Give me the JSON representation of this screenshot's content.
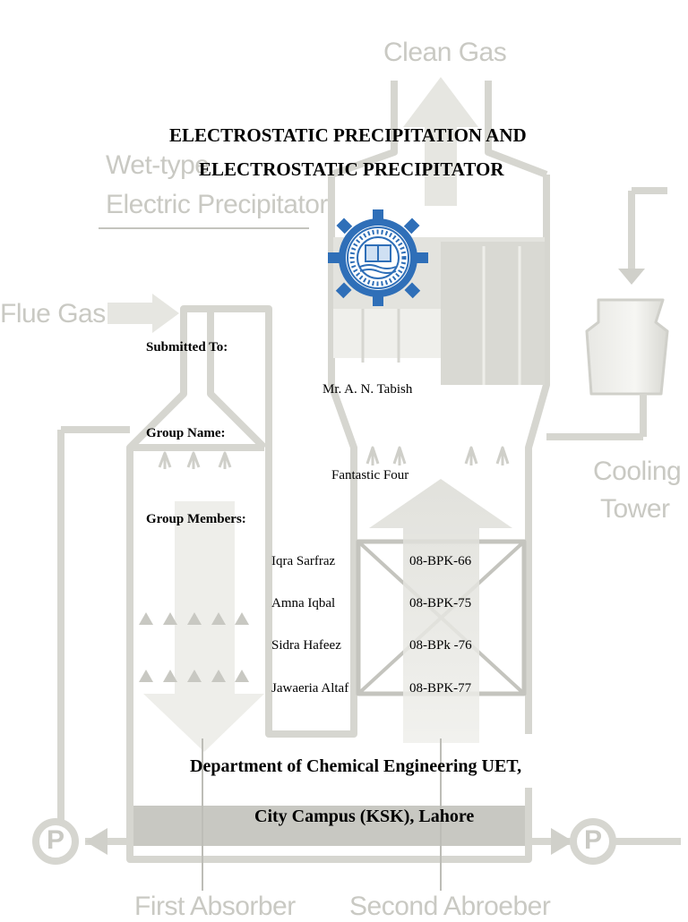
{
  "diagram": {
    "clean_gas": "Clean Gas",
    "wet_type": "Wet-type",
    "electric_precipitator": "Electric Precipitator",
    "flue_gas": "Flue Gas",
    "cooling": "Cooling",
    "tower": "Tower",
    "first_absorber": "First Absorber",
    "second_absorber": "Second Abroeber",
    "pump_symbol": "P"
  },
  "document": {
    "title_line1": "ELECTROSTATIC PRECIPITATION AND",
    "title_line2": "ELECTROSTATIC PRECIPITATOR",
    "submitted_to_label": "Submitted To:",
    "submitted_to_value": "Mr. A. N. Tabish",
    "group_name_label": "Group Name:",
    "group_name_value": "Fantastic Four",
    "group_members_label": "Group Members:",
    "members": [
      {
        "name": "Iqra Sarfraz",
        "id": "08-BPK-66"
      },
      {
        "name": "Amna Iqbal",
        "id": "08-BPK-75"
      },
      {
        "name": "Sidra Hafeez",
        "id": "08-BPk -76"
      },
      {
        "name": "Jawaeria Altaf",
        "id": "08-BPK-77"
      }
    ],
    "department_line1": "Department of Chemical Engineering UET,",
    "department_line2": "City Campus (KSK), Lahore"
  },
  "colors": {
    "diagram_gray": "#c9c9c3",
    "logo_blue": "#2f6fb8"
  }
}
